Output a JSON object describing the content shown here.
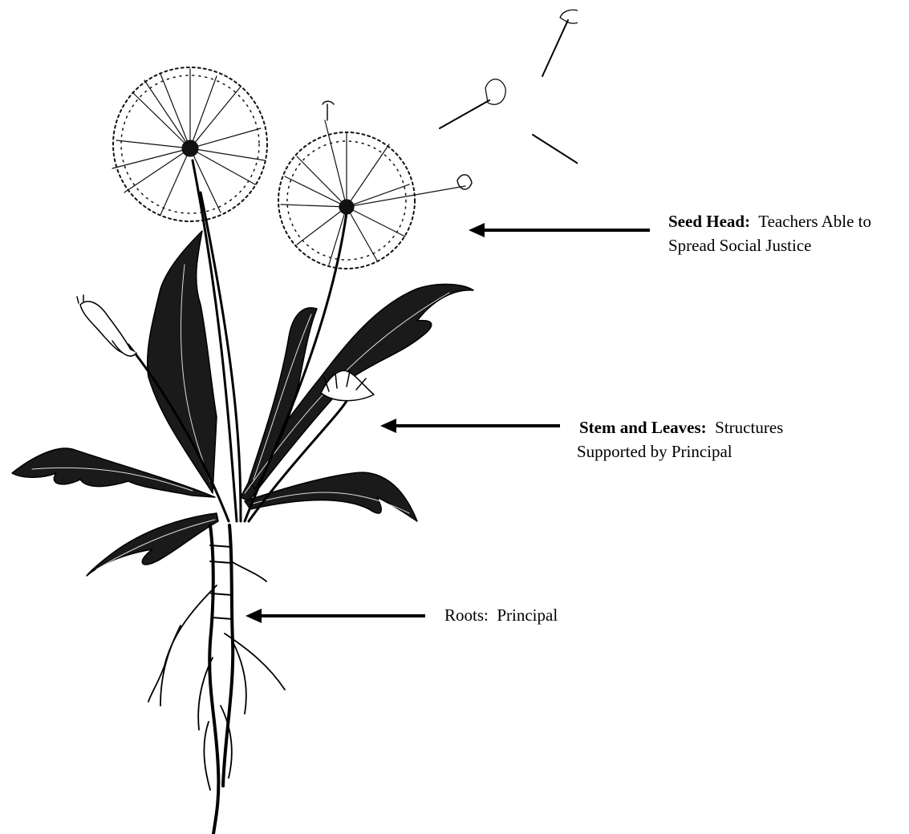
{
  "labels": {
    "seed_head": {
      "term": "Seed Head:",
      "text": "Teachers Able to Spread Social Justice"
    },
    "stem_leaves": {
      "term": "Stem and Leaves:",
      "text": "Structures Supported by Principal"
    },
    "roots": {
      "term": "Roots:",
      "text": "Principal"
    }
  }
}
